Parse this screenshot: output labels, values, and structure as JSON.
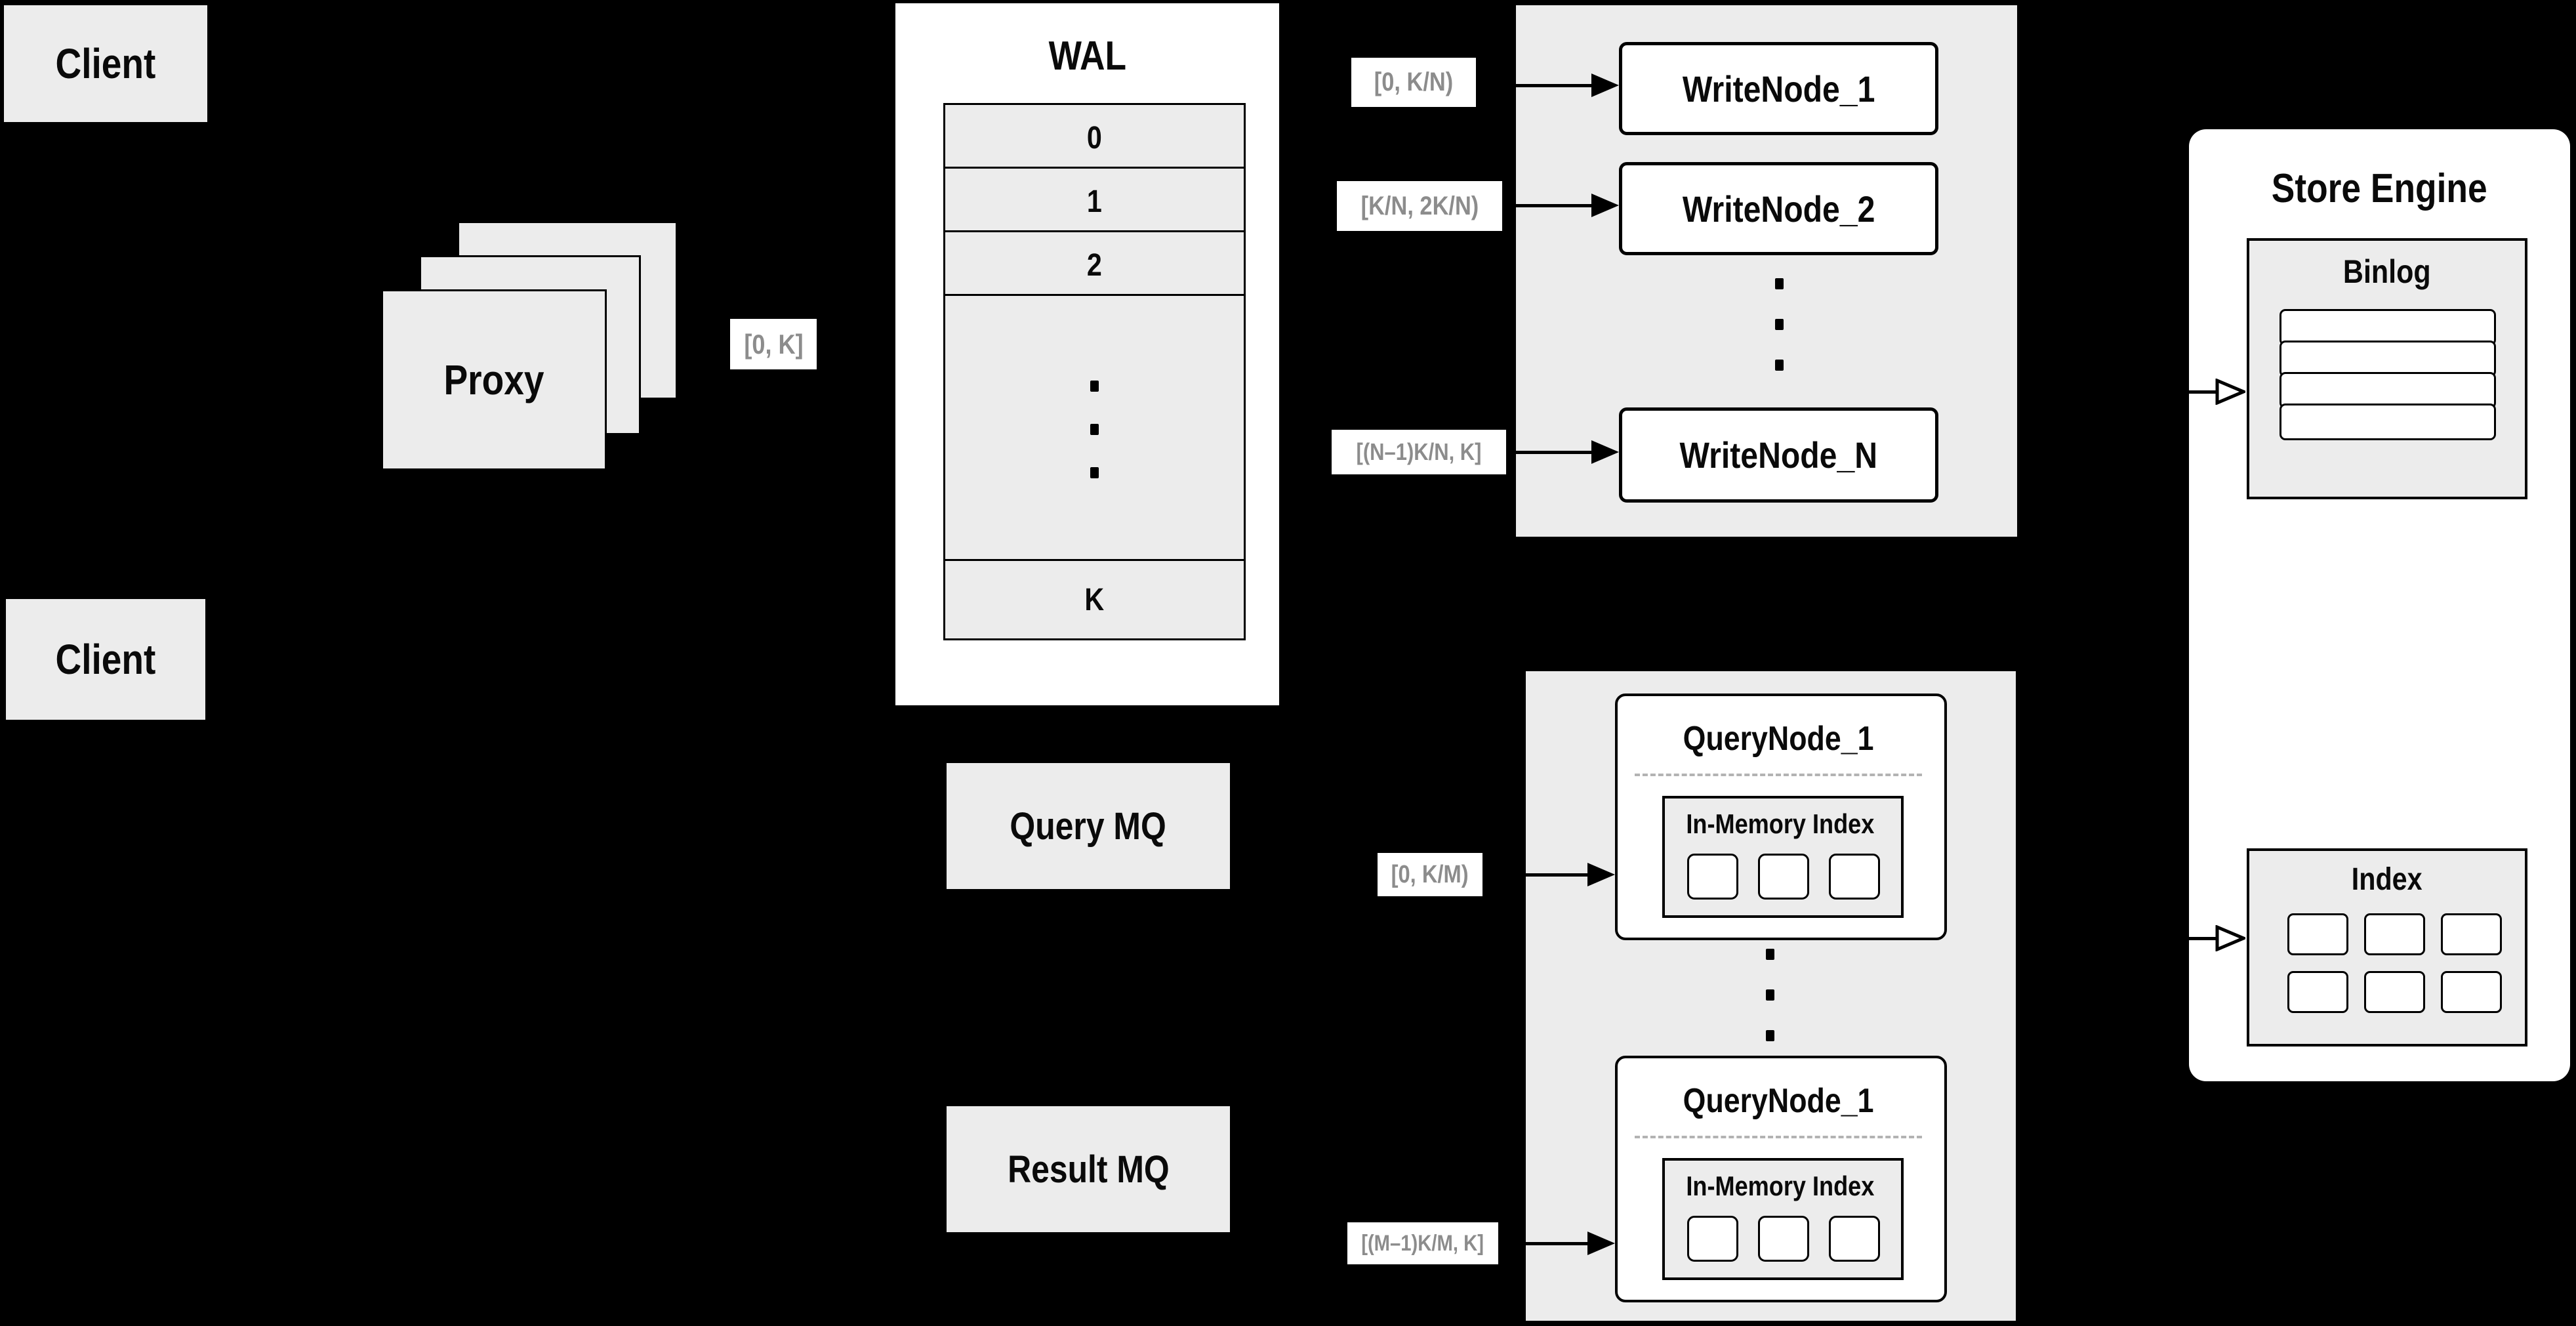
{
  "colors": {
    "background": "#000000",
    "panel_fill": "#ececec",
    "node_fill": "#ffffff",
    "line": "#000000",
    "range_text": "#8c8c8c",
    "dashed_divider": "#b3b3b3"
  },
  "clients": {
    "top": "Client",
    "bottom": "Client"
  },
  "proxy": {
    "label": "Proxy",
    "range": "[0, K]"
  },
  "wal": {
    "title": "WAL",
    "rows": [
      "0",
      "1",
      "2",
      "K"
    ]
  },
  "write_section": {
    "nodes": [
      "WriteNode_1",
      "WriteNode_2",
      "WriteNode_N"
    ],
    "ranges": [
      "[0, K/N)",
      "[K/N, 2K/N)",
      "[(N–1)K/N, K]"
    ]
  },
  "store_engine": {
    "title": "Store Engine",
    "binlog": {
      "title": "Binlog"
    },
    "index": {
      "title": "Index"
    }
  },
  "queues": {
    "query": "Query MQ",
    "result": "Result MQ"
  },
  "query_section": {
    "nodes": [
      {
        "title": "QueryNode_1",
        "memory_index": "In-Memory Index"
      },
      {
        "title": "QueryNode_1",
        "memory_index": "In-Memory Index"
      }
    ],
    "ranges": [
      "[0, K/M)",
      "[(M–1)K/M, K]"
    ]
  }
}
